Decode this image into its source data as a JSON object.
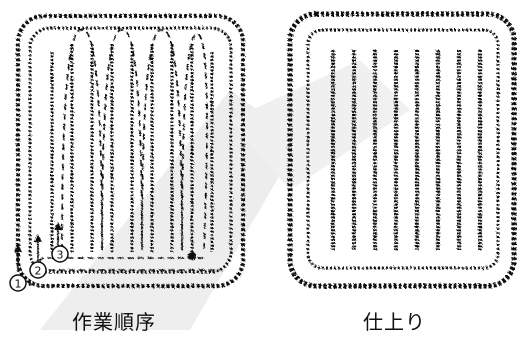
{
  "captions": {
    "left": "作業順序",
    "right": "仕上り"
  },
  "step_markers": [
    "1",
    "2",
    "3"
  ],
  "colors": {
    "ink": "#111111",
    "watermark": "#e9e9e9",
    "background": "#ffffff"
  }
}
